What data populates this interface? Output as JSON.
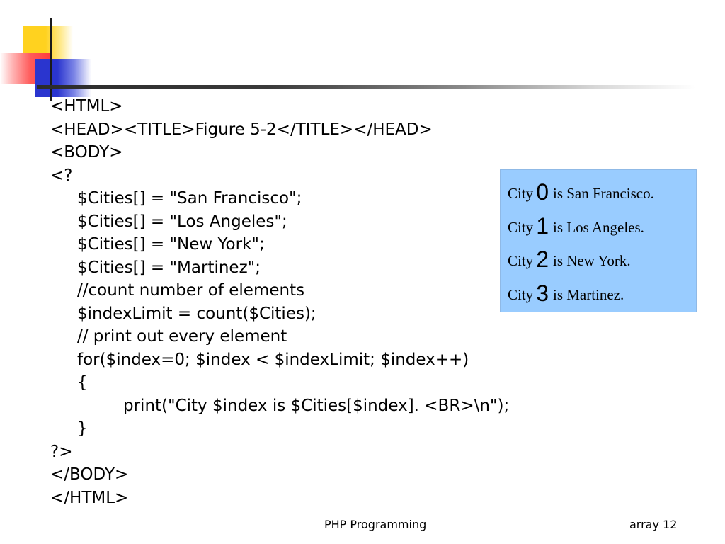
{
  "slide": {
    "code_lines": [
      {
        "text": "<HTML>",
        "indent": 0
      },
      {
        "text": "<HEAD><TITLE>Figure 5-2</TITLE></HEAD>",
        "indent": 0
      },
      {
        "text": "<BODY>",
        "indent": 0
      },
      {
        "text": "<?",
        "indent": 0
      },
      {
        "text": "$Cities[] = \"San Francisco\";",
        "indent": 1
      },
      {
        "text": "$Cities[] = \"Los Angeles\";",
        "indent": 1
      },
      {
        "text": "$Cities[] = \"New York\";",
        "indent": 1
      },
      {
        "text": "$Cities[] = \"Martinez\";",
        "indent": 1
      },
      {
        "text": "//count number of elements",
        "indent": 1
      },
      {
        "text": "$indexLimit = count($Cities);",
        "indent": 1
      },
      {
        "text": "// print out every element",
        "indent": 1
      },
      {
        "text": "for($index=0; $index < $indexLimit; $index++)",
        "indent": 1
      },
      {
        "text": "{",
        "indent": 1
      },
      {
        "text": "print(\"City $index is $Cities[$index]. <BR>\\n\");",
        "indent": 2
      },
      {
        "text": "}",
        "indent": 1
      },
      {
        "text": "?>",
        "indent": 0
      },
      {
        "text": "</BODY>",
        "indent": 0
      },
      {
        "text": "</HTML>",
        "indent": 0
      }
    ],
    "output": [
      {
        "prefix": "City",
        "index": "0",
        "suffix": "is San Francisco."
      },
      {
        "prefix": "City",
        "index": "1",
        "suffix": "is Los Angeles."
      },
      {
        "prefix": "City",
        "index": "2",
        "suffix": "is New York."
      },
      {
        "prefix": "City",
        "index": "3",
        "suffix": "is Martinez."
      }
    ],
    "footer": {
      "center": "PHP Programming",
      "right": "array 12"
    },
    "colors": {
      "output_bg": "#99ccff",
      "accent_yellow": "#ffd21f",
      "accent_red": "#ff3b3b",
      "accent_blue": "#2a35cf"
    }
  }
}
